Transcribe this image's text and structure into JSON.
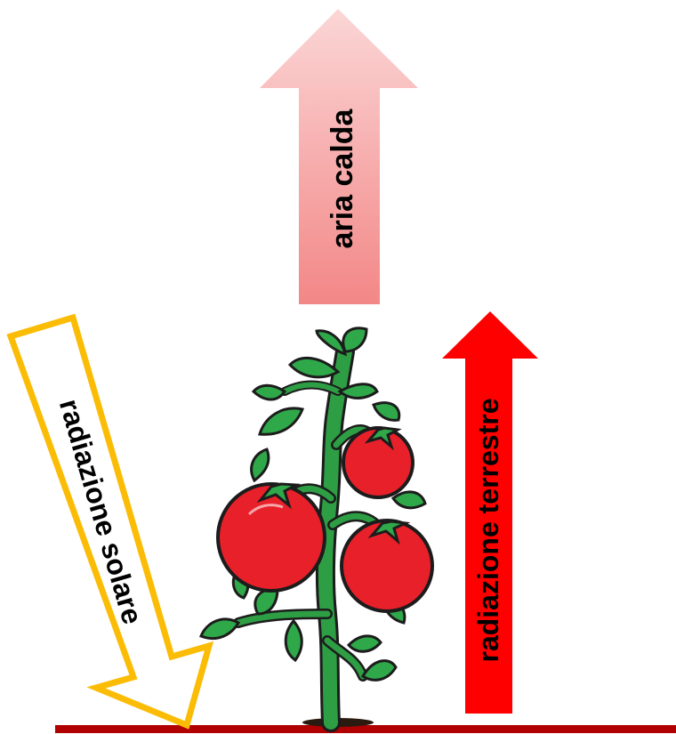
{
  "labels": {
    "warm_air": "aria calda",
    "solar_radiation": "radiazione solare",
    "terrestrial_radiation": "radiazione terrestre"
  },
  "colors": {
    "warm_air_top": "#fbd0d0",
    "warm_air_bottom": "#f48a8a",
    "solar_outline": "#fbbc05",
    "terrestrial_fill": "#ff0000",
    "ground": "#b00000",
    "stem": "#2e9e44",
    "leaf": "#2fa84a",
    "tomato": "#e8202a"
  },
  "icons": {
    "plant": "tomato-plant-icon"
  }
}
